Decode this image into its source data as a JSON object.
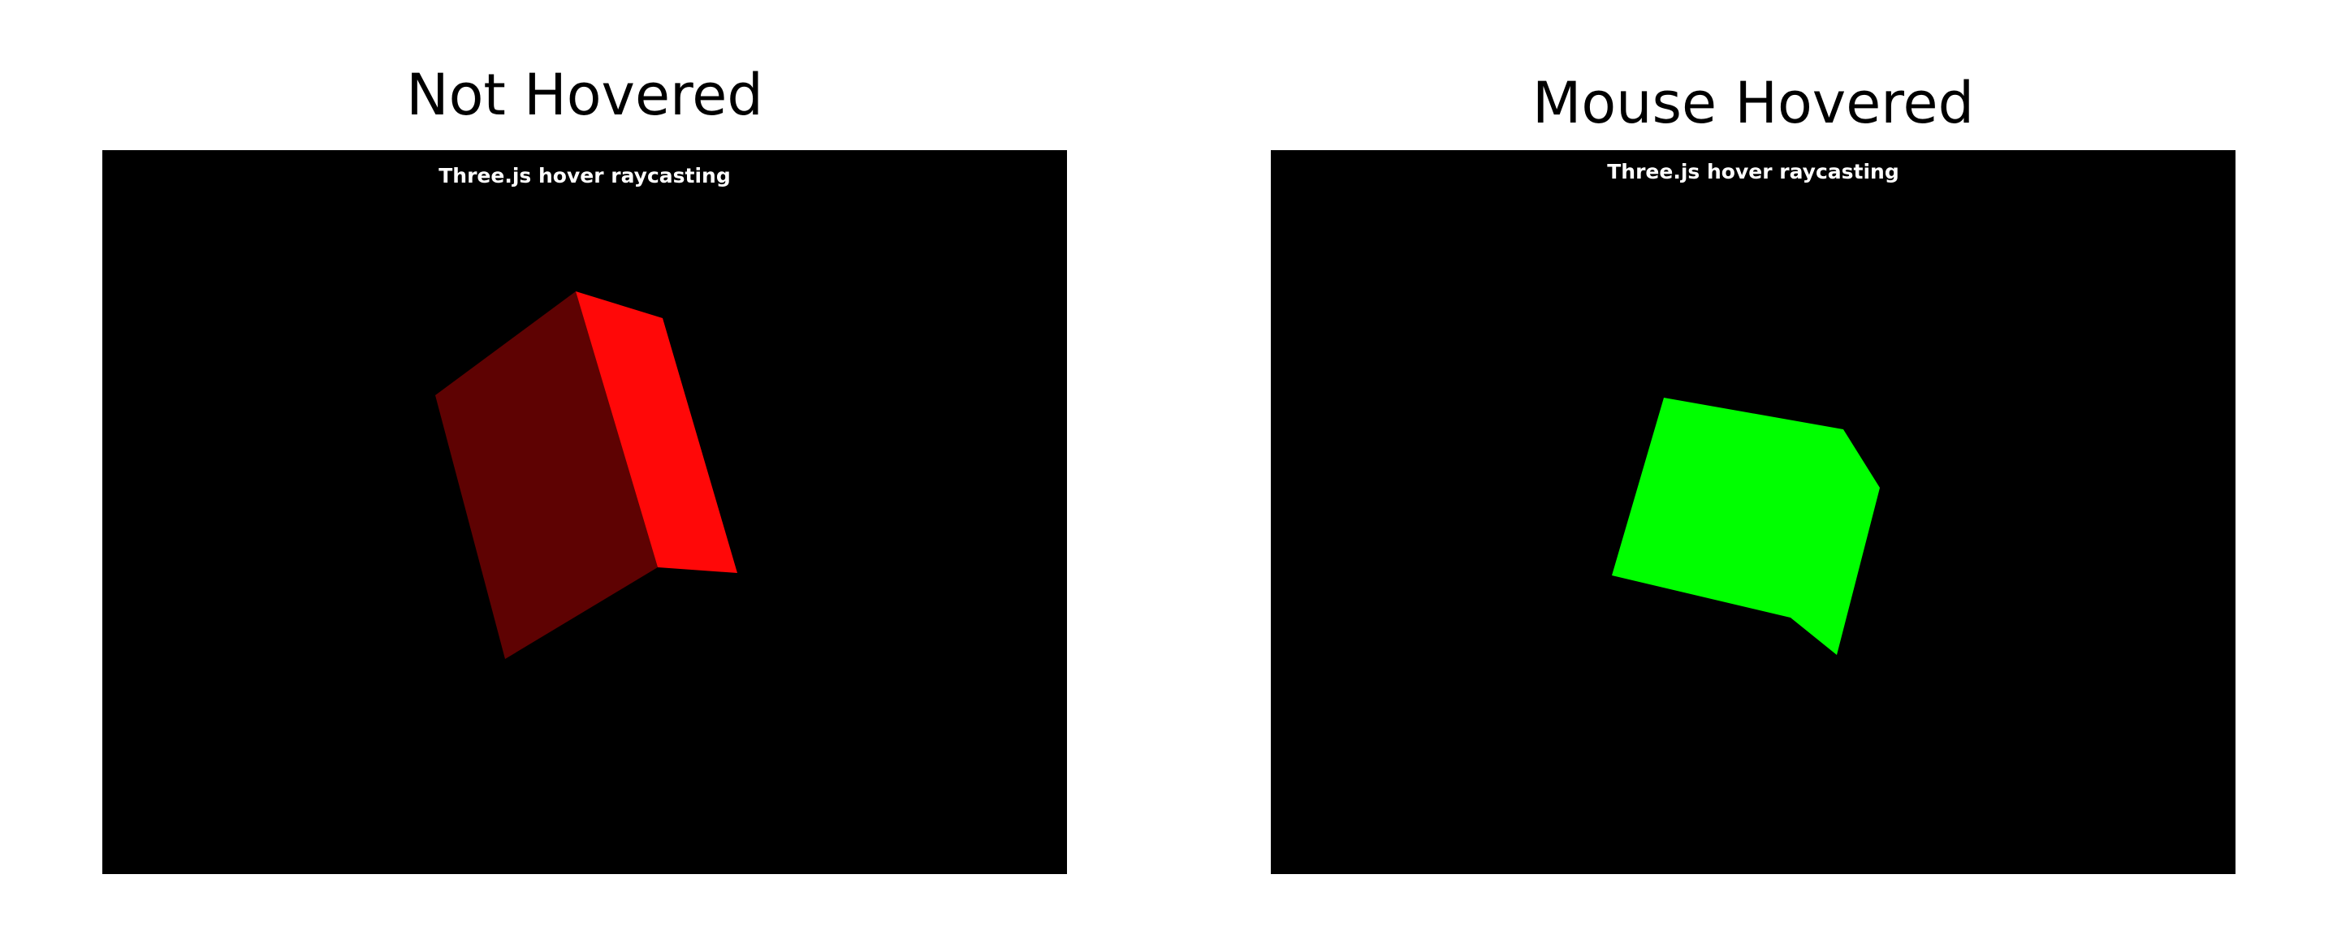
{
  "panels": {
    "left": {
      "title": "Not Hovered",
      "caption": "Three.js hover raycasting",
      "cube_state": "default",
      "colors": {
        "background": "#000000",
        "face_dark": "#5e0202",
        "face_bright": "#ff0808"
      }
    },
    "right": {
      "title": "Mouse Hovered",
      "caption": "Three.js hover raycasting",
      "cube_state": "hovered",
      "colors": {
        "background": "#000000",
        "face_main": "#00ff00",
        "face_edge": "#00ff00"
      }
    }
  }
}
